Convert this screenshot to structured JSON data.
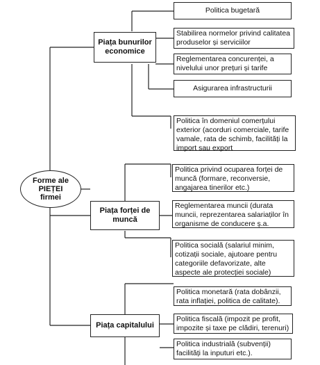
{
  "root": {
    "line1": "Forme ale",
    "line2": "PIEȚEI",
    "line3": "firmei"
  },
  "categories": [
    {
      "label": "Piața bunurilor economice"
    },
    {
      "label": "Piața forței de muncă"
    },
    {
      "label": "Piața capitalului"
    }
  ],
  "policies": [
    "Politica bugetară",
    "Stabilirea normelor privind calitatea produselor și serviciilor",
    "Reglementarea concurenței, a nivelului unor prețuri și tarife",
    "Asigurarea infrastructurii",
    "Politica în domeniul comerțului exterior (acorduri comerciale, tarife vamale, rata de schimb, facilități la import sau export",
    "Politica privind ocuparea forței de muncă (formare, reconversie, angajarea tinerilor etc.)",
    "Reglementarea muncii (durata muncii, reprezentarea salariaților în organisme de conducere ș.a.",
    "Politica socială (salariul minim, cotizații sociale, ajutoare pentru categoriile defavorizate, alte aspecte ale protecției sociale)",
    "Politica monetară (rata dobânzii, rata inflației, politica de calitate).",
    "Politica fiscală (impozit pe profit, impozite și taxe pe clădiri, terenuri)",
    "Politica industrială (subvenții) facilități la inputuri etc.)."
  ]
}
